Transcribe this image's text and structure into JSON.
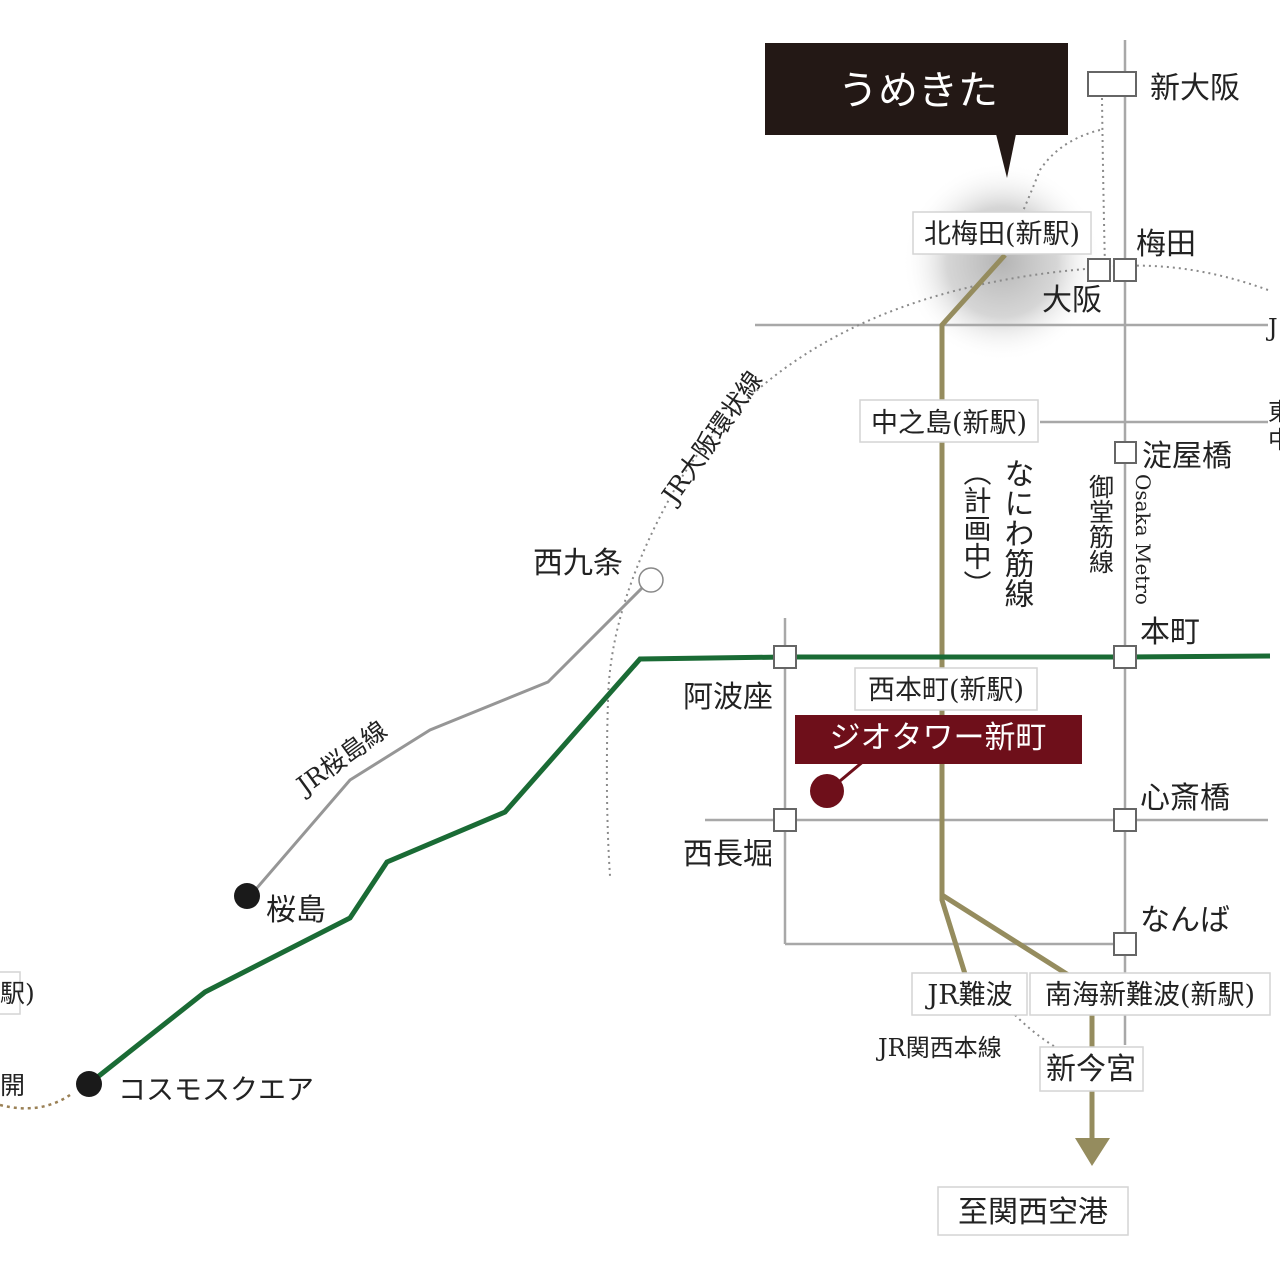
{
  "colors": {
    "green_line": "#1a6b35",
    "nanba_line": "#958c5e",
    "gray_line": "#a8a8a8",
    "dark_gray_line": "#969696",
    "umekita_label_bg": "#231815",
    "highlight_bg": "#6e0f1a",
    "dotted_brown": "#9a8055"
  },
  "labels": {
    "umekita": "うめきた",
    "highlight": "ジオタワー新町",
    "kitaumeda": "北梅田(新駅)",
    "nakanoshima": "中之島(新駅)",
    "nishihonmachi": "西本町(新駅)",
    "jr_namba": "JR難波",
    "nankai_shin_namba": "南海新難波(新駅)",
    "shin_imamiya": "新今宮",
    "kansai_airport": "至関西空港",
    "shin_osaka": "新大阪",
    "umeda": "梅田",
    "osaka": "大阪",
    "yodoyabashi": "淀屋橋",
    "honmachi": "本町",
    "shinsaibashi": "心斎橋",
    "namba": "なんば",
    "awaza": "阿波座",
    "nishinagahori": "西長堀",
    "nishikujo": "西九条",
    "sakurajima": "桜島",
    "cosmo_square": "コスモスクエア",
    "line_loop": "JR大阪環状線",
    "line_sakurajima": "JR桜島線",
    "line_naniwasuji": "なにわ筋線",
    "line_naniwasuji_planned": "（計画中）",
    "line_midosuji": "御堂筋線",
    "line_osaka_metro": "Osaka Metro",
    "line_jr_kansai": "JR関西本線",
    "edge_right_1": "J",
    "edge_right_2": "東",
    "edge_right_3": "中",
    "edge_left_1": "駅)",
    "edge_left_2": "開"
  }
}
